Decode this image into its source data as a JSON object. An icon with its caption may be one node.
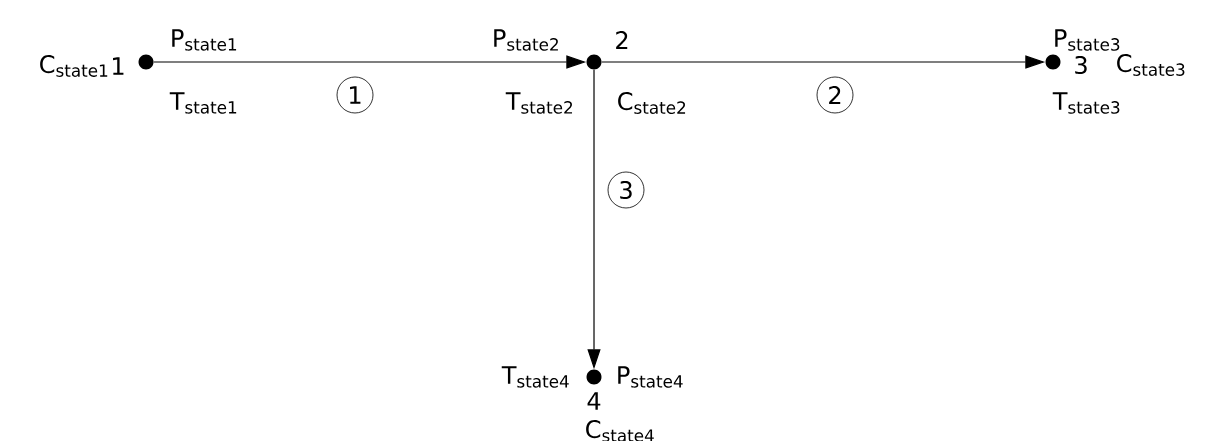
{
  "diagram": {
    "nodes": [
      {
        "text": [],
        "shape": "circle",
        "beside": [
          "C$_{state1}$",
          "1",
          "P$_{state1}$",
          "T$_{state1}$"
        ]
      },
      {
        "text": [],
        "shape": "circle",
        "beside": [
          "P$_{state2}$",
          "2",
          "T$_{state2}$",
          "C$_{state2}$"
        ]
      },
      {
        "text": [],
        "shape": "circle",
        "beside": [
          "P$_{state3}$",
          "3",
          "C$_{state3}$",
          "T$_{state3}$"
        ]
      },
      {
        "text": [],
        "shape": "circle",
        "beside": [
          "T$_{state4}$",
          "P$_{state4}$",
          "4",
          "C$_{state4}$"
        ]
      }
    ],
    "edges": [
      {
        "from": 0,
        "to": 1,
        "arrow": "to",
        "label": "1"
      },
      {
        "from": 1,
        "to": 2,
        "arrow": "to",
        "label": "2"
      },
      {
        "from": 1,
        "to": 3,
        "arrow": "to",
        "label": "3"
      }
    ]
  }
}
